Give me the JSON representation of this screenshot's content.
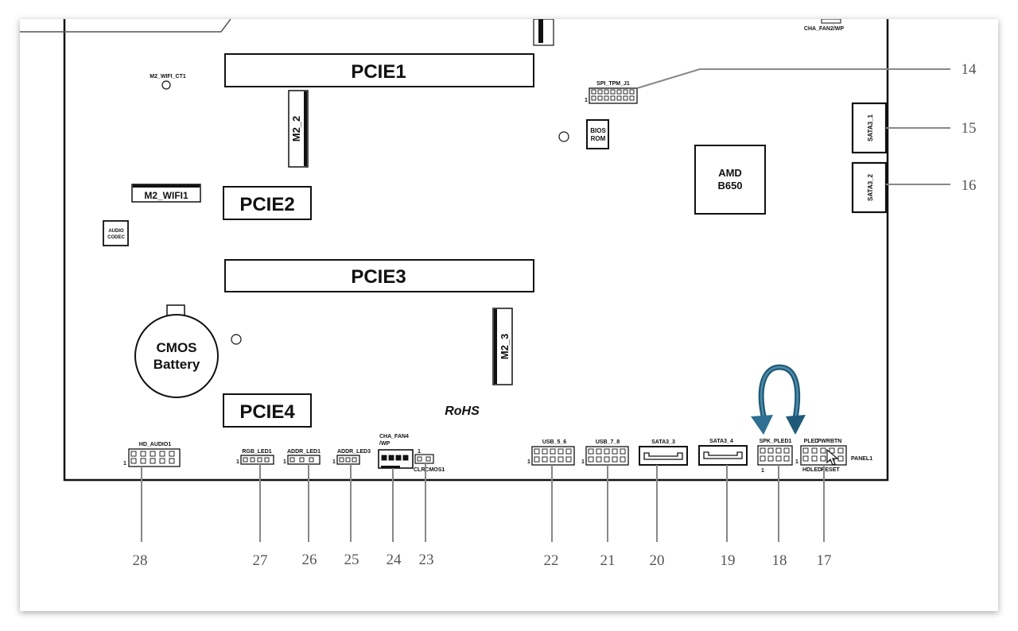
{
  "board": {
    "slots": {
      "pcie1": "PCIE1",
      "pcie2": "PCIE2",
      "pcie3": "PCIE3",
      "pcie4": "PCIE4"
    },
    "m2": {
      "m2_2": "M2_2",
      "m2_3": "M2_3",
      "wifi": "M2_WIFI1",
      "wifi_ct": "M2_WIFI_CT1"
    },
    "chips": {
      "audio_line1": "AUDIO",
      "audio_line2": "CODEC",
      "bios_line1": "BIOS",
      "bios_line2": "ROM",
      "chipset_line1": "AMD",
      "chipset_line2": "B650"
    },
    "battery": {
      "line1": "CMOS",
      "line2": "Battery"
    },
    "rohs": "RoHS",
    "headers": {
      "spi_tpm": "SPI_TPM_J1",
      "cha_fan2": "CHA_FAN2/WP",
      "sata3_1": "SATA3_1",
      "sata3_2": "SATA3_2",
      "hd_audio": "HD_AUDIO1",
      "rgb_led": "RGB_LED1",
      "addr_led1": "ADDR_LED1",
      "addr_led3": "ADDR_LED3",
      "cha_fan4_l1": "CHA_FAN4",
      "cha_fan4_l2": "/WP",
      "clrcmos": "CLRCMOS1",
      "usb56": "USB_5_6",
      "usb78": "USB_7_8",
      "sata3_3": "SATA3_3",
      "sata3_4": "SATA3_4",
      "spk_pled": "SPK_PLED1",
      "pled": "PLED",
      "pwrbtn": "PWRBTN",
      "hdled": "HDLED",
      "reset": "RESET",
      "panel": "PANEL1"
    },
    "pin_one": "1"
  },
  "callouts": {
    "c14": "14",
    "c15": "15",
    "c16": "16",
    "c17": "17",
    "c18": "18",
    "c19": "19",
    "c20": "20",
    "c21": "21",
    "c22": "22",
    "c23": "23",
    "c24": "24",
    "c25": "25",
    "c26": "26",
    "c27": "27",
    "c28": "28"
  },
  "colors": {
    "arrow": "#1f5a78",
    "leader": "#888888",
    "board_line": "#111111"
  }
}
